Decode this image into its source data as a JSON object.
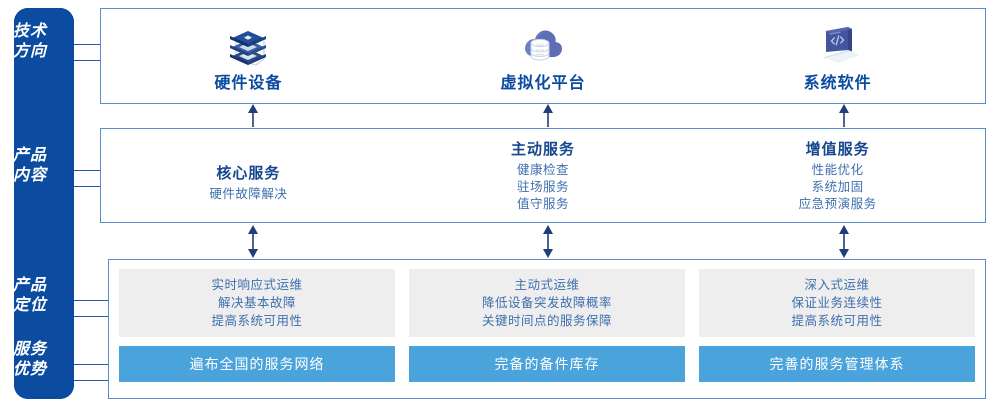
{
  "rail": {
    "color": "#0b4ba0",
    "items": [
      {
        "name": "tech-direction",
        "line1": "技术",
        "line2": "方向"
      },
      {
        "name": "product-content",
        "line1": "产品",
        "line2": "内容"
      },
      {
        "name": "product-positioning",
        "line1": "产品",
        "line2": "定位"
      },
      {
        "name": "service-advantage",
        "line1": "服务",
        "line2": "优势"
      }
    ]
  },
  "tech": {
    "cells": [
      {
        "icon": "server-stack-icon",
        "label": "硬件设备"
      },
      {
        "icon": "cloud-database-icon",
        "label": "虚拟化平台"
      },
      {
        "icon": "laptop-code-icon",
        "label": "系统软件"
      }
    ]
  },
  "content": {
    "cells": [
      {
        "title": "核心服务",
        "items": [
          "硬件故障解决"
        ]
      },
      {
        "title": "主动服务",
        "items": [
          "健康检查",
          "驻场服务",
          "值守服务"
        ]
      },
      {
        "title": "增值服务",
        "items": [
          "性能优化",
          "系统加固",
          "应急预演服务"
        ]
      }
    ]
  },
  "positioning": {
    "cells": [
      {
        "lines": [
          "实时响应式运维",
          "解决基本故障",
          "提高系统可用性"
        ]
      },
      {
        "lines": [
          "主动式运维",
          "降低设备突发故障概率",
          "关键时间点的服务保障"
        ]
      },
      {
        "lines": [
          "深入式运维",
          "保证业务连续性",
          "提高系统可用性"
        ]
      }
    ]
  },
  "advantages": {
    "color": "#4aa3db",
    "cells": [
      {
        "label": "遍布全国的服务网络"
      },
      {
        "label": "完备的备件库存"
      },
      {
        "label": "完善的服务管理体系"
      }
    ]
  },
  "colors": {
    "rail_blue": "#0b4ba0",
    "panel_border": "#5b8ccd",
    "title_blue": "#16478f",
    "text_blue": "#3f6fae",
    "gray_box": "#eeeeee",
    "bar_blue": "#4aa3db",
    "arrow": "#1f3f7a"
  }
}
